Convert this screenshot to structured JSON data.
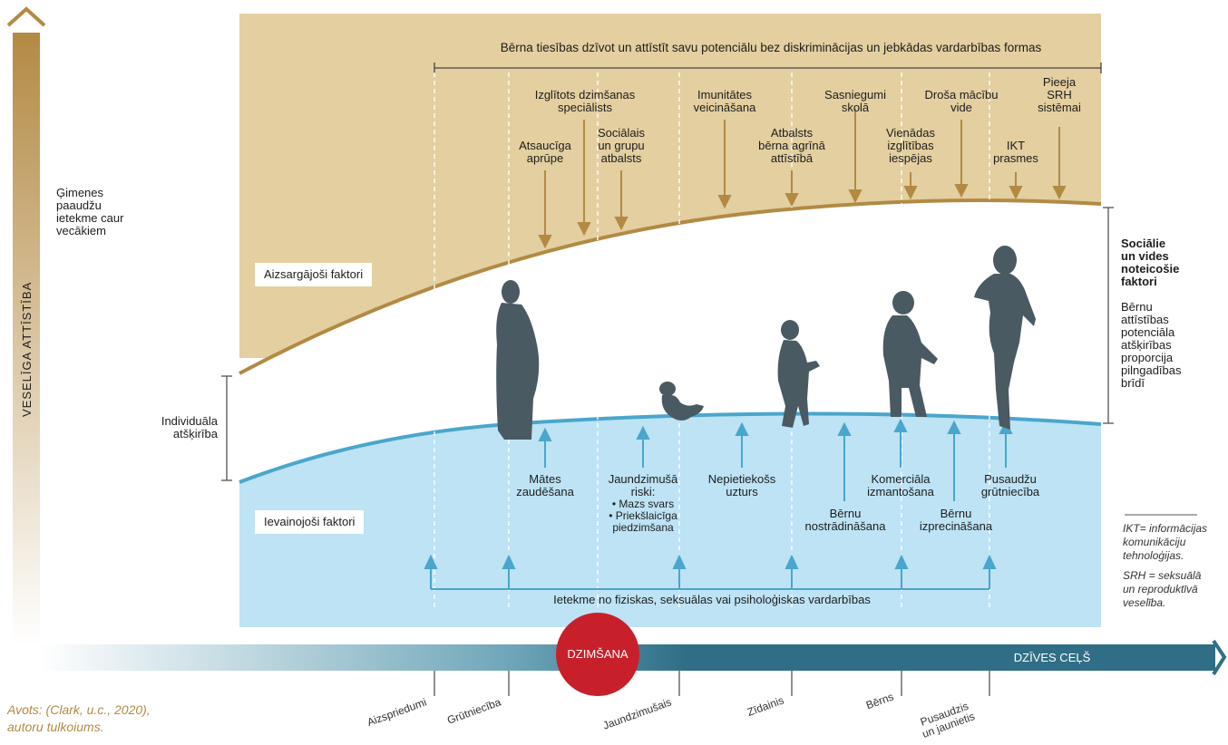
{
  "vertical_axis_label": "VESELĪGA ATTĪSTĪBA",
  "top_rights": "Bērna tiesības dzīvot un attīstīt savu potenciālu bez diskriminācijas un jebkādas vardarbības formas",
  "left_notes": {
    "family": "Ģimenes\npaaudžu\nietekme caur\nvecākiem",
    "individual": "Individuāla\natšķirība"
  },
  "protective_title": "Aizsargājoši faktori",
  "risk_title": "Ievainojoši faktori",
  "protective_factors": [
    "Izglītots dzimšanas\nspeciālists",
    "Atsaucīga\naprūpe",
    "Sociālais\nun grupu\natbalsts",
    "Imunitātes\nveicināšana",
    "Atbalsts\nbērna agrīnā\nattīstībā",
    "Sasniegumi\nskolā",
    "Vienādas\nizglītības\niespējas",
    "Droša mācību\nvide",
    "Pieeja\nSRH\nsistēmai",
    "IKT\nprasmes"
  ],
  "risk_factors": [
    "Mātes\nzaudēšana",
    "Jaundzimušā\nriski:",
    "• Mazs svars\n• Priekšlaicīga\npiedzimšana",
    "Nepietiekošs\nuzturs",
    "Bērnu\nnostrādināšana",
    "Komerciāla\nizmantošana",
    "Bērnu\nizprecināšana",
    "Pusaudžu\ngrūtniecība"
  ],
  "violence": "Ietekme no fiziskas, seksuālas vai psiholoģiskas vardarbības",
  "right_notes": {
    "social_title": "Sociālie\nun vides\nnoteicošie\nfaktori",
    "social_body": "Bērnu\nattīstības\npotenciāla\natšķirības\nproporcija\npilngadības\nbrīdī",
    "ikt_note": "IKT= informācijas\nkomunikāciju\ntehnoloģijas.",
    "srh_note": "SRH = seksuālā\nun reproduktīvā\nveselība."
  },
  "timeline": {
    "birth": "DZIMŠANA",
    "life_course": "DZĪVES CEĻŠ",
    "stages": [
      "Aizspriedumi",
      "Grūtniecība",
      "Jaundzimušais",
      "Zīdainis",
      "Bērns",
      "Pusaudzis\nun jaunietis"
    ]
  },
  "source": "Avots: (Clark, u.c., 2020),\nautoru tulkoiums.",
  "colors": {
    "gold": "#e3cfa0",
    "gold_dark": "#b38a43",
    "blue_light": "#bde3f5",
    "blue_line": "#4aa6cc",
    "teal": "#2f6e86",
    "red": "#c8202a",
    "silhouette": "#4a5a62"
  }
}
